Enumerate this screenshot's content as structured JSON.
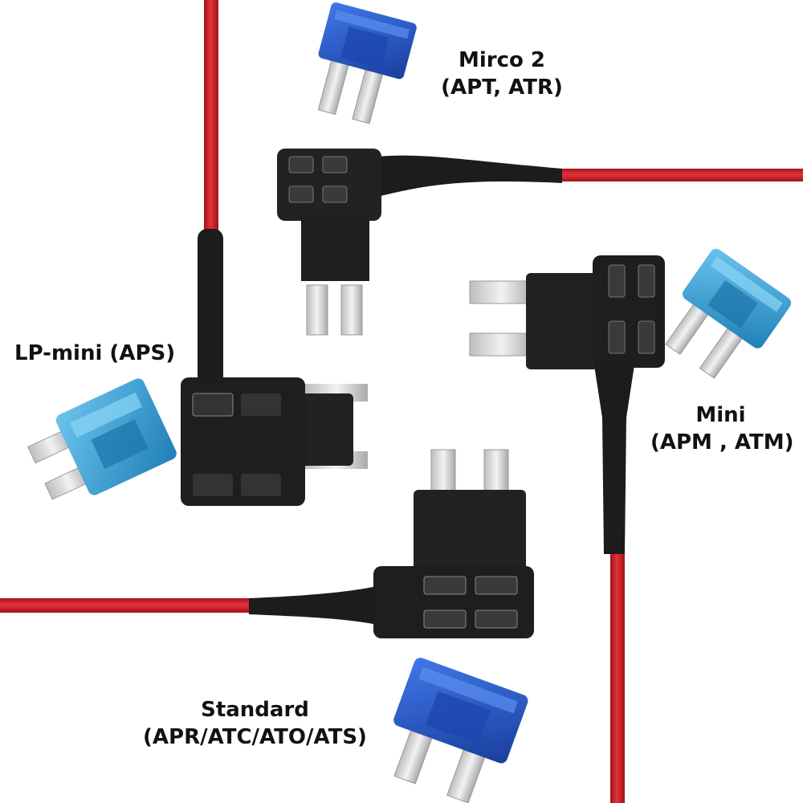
{
  "colors": {
    "wire": "#d0202a",
    "holder": "#202020",
    "blade": "#cfcfcf",
    "fuse_blue": "#2456c8",
    "fuse_light_blue": "#3aa2dc"
  },
  "labels": {
    "micro2": {
      "line1": "Mirco 2",
      "line2": "(APT, ATR)"
    },
    "lp_mini": {
      "line1": "LP-mini (APS)"
    },
    "mini": {
      "line1": "Mini",
      "line2": "(APM , ATM)"
    },
    "standard": {
      "line1": "Standard",
      "line2": "(APR/ATC/ATO/ATS)"
    }
  },
  "icons": {
    "micro2_fuse": "blue-micro2-fuse-icon",
    "lp_mini_fuse": "light-blue-lp-mini-fuse-icon",
    "mini_fuse": "light-blue-mini-fuse-icon",
    "standard_fuse": "blue-standard-fuse-icon"
  }
}
